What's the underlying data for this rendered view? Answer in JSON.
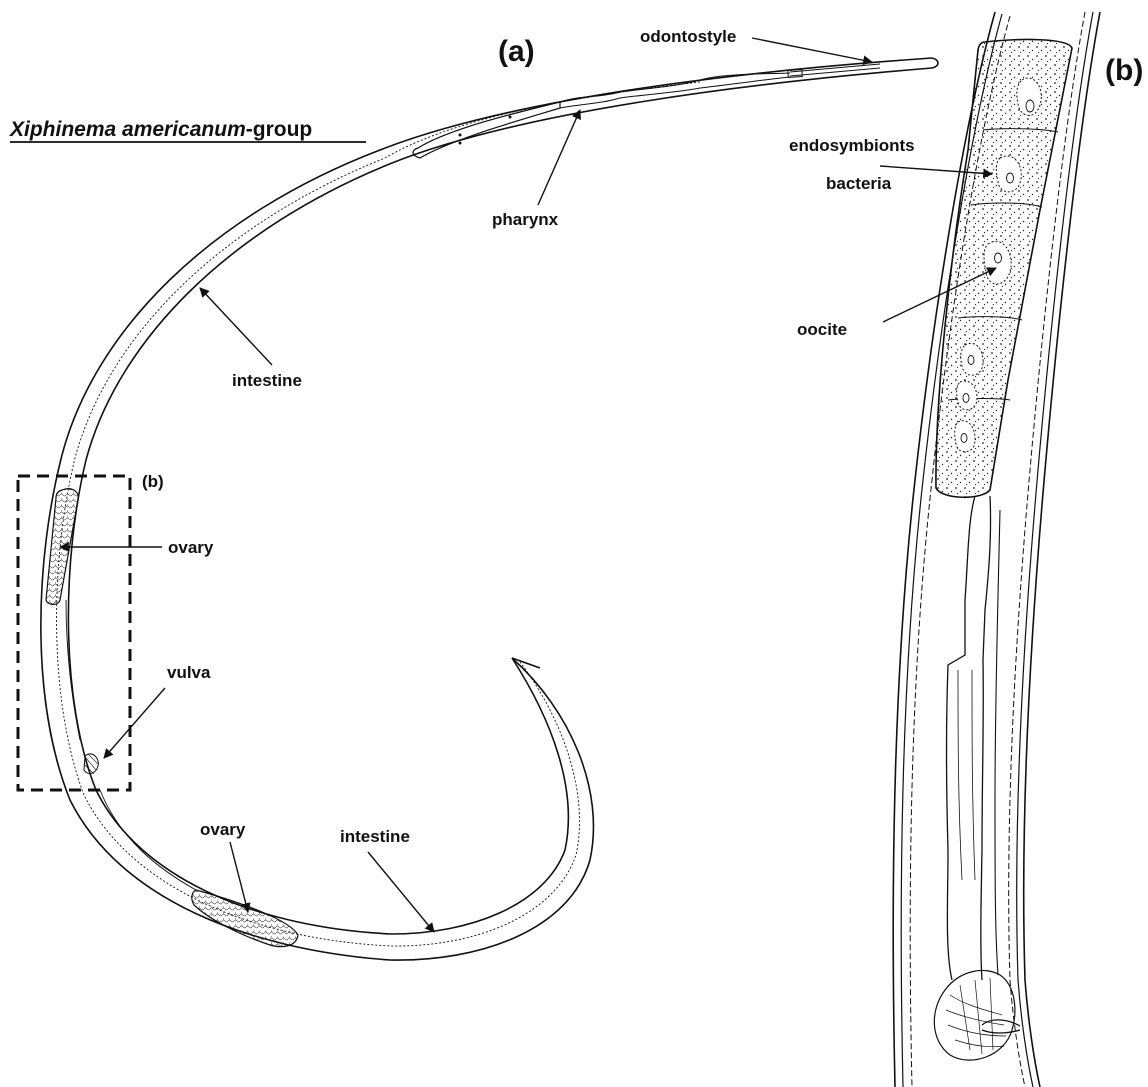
{
  "title": {
    "italic": "Xiphinema americanum",
    "suffix": "-group"
  },
  "panels": {
    "a": "(a)",
    "b": "(b)",
    "inset": "(b)"
  },
  "labels_a": {
    "odontostyle": "odontostyle",
    "pharynx": "pharynx",
    "intestine_upper": "intestine",
    "ovary_upper": "ovary",
    "vulva": "vulva",
    "ovary_lower": "ovary",
    "intestine_lower": "intestine"
  },
  "labels_b": {
    "endosymbionts": "endosymbionts",
    "bacteria": "bacteria",
    "oocite": "oocite"
  },
  "colors": {
    "ink": "#111111",
    "background": "#ffffff"
  }
}
